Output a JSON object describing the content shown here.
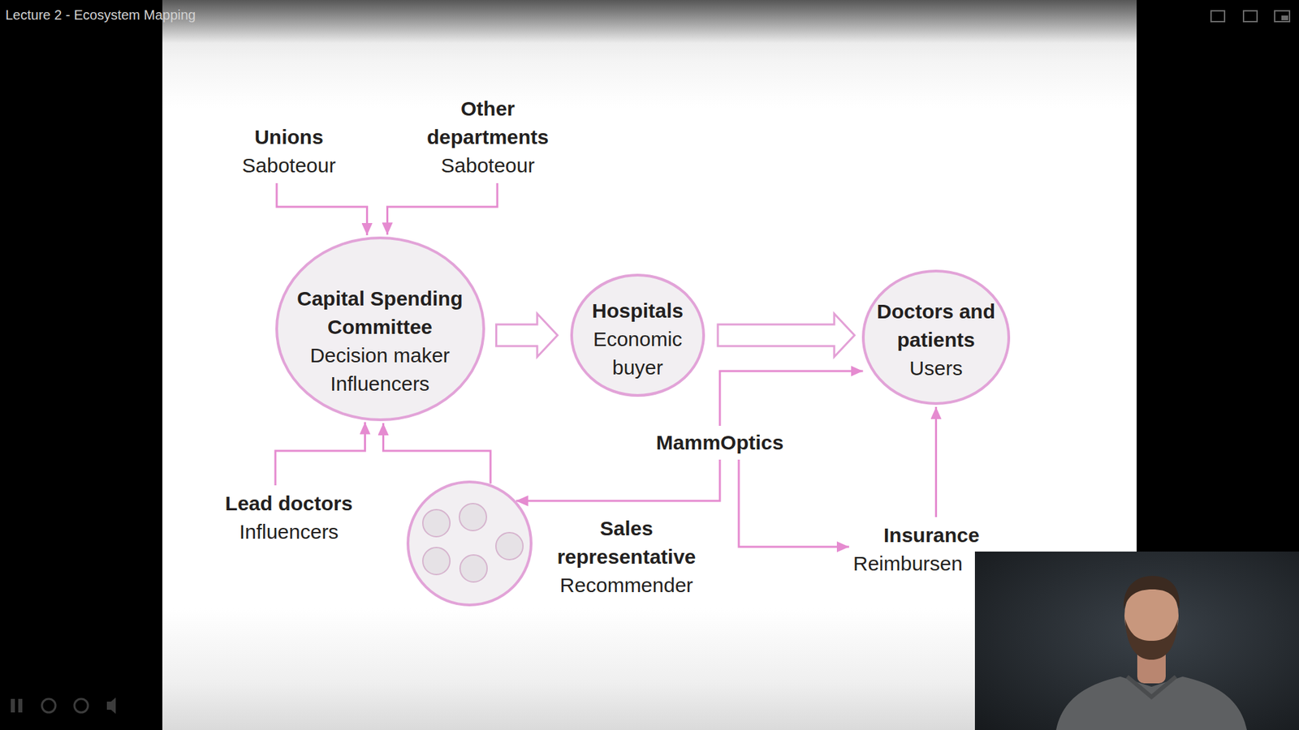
{
  "diagram": {
    "nodes": [
      {
        "text": [
          "Unions",
          "Saboteour"
        ]
      },
      {
        "text": [
          "Other departments",
          "Saboteour"
        ]
      },
      {
        "text": [
          "Capital Spending Committee",
          "Decision maker",
          "Influencers"
        ]
      },
      {
        "text": [
          "Hospitals",
          "Economic buyer"
        ]
      },
      {
        "text": [
          "Doctors and patients",
          "Users"
        ]
      },
      {
        "text": [
          "MammOptics"
        ]
      },
      {
        "text": [
          "Lead doctors",
          "Influencers"
        ]
      },
      {
        "text": [
          "Sales representative",
          "Recommender"
        ]
      },
      {
        "text": [
          "Insurance",
          "Reimbursen"
        ]
      }
    ],
    "edges": [
      {
        "from": 0,
        "to": 2,
        "arrow": "to"
      },
      {
        "from": 1,
        "to": 2,
        "arrow": "to"
      },
      {
        "from": 2,
        "to": 3,
        "arrow": "to"
      },
      {
        "from": 3,
        "to": 4,
        "arrow": "to"
      },
      {
        "from": 5,
        "to": 4,
        "arrow": "to"
      },
      {
        "from": 5,
        "to": 7,
        "arrow": "to"
      },
      {
        "from": 5,
        "to": 8,
        "arrow": "to"
      },
      {
        "from": 8,
        "to": 4,
        "arrow": "to"
      },
      {
        "from": 6,
        "to": 2,
        "arrow": "to"
      },
      {
        "from": 7,
        "to": 2,
        "arrow": "to"
      }
    ],
    "labels": [
      "Lecture 2 - Ecosystem Mapping"
    ]
  }
}
